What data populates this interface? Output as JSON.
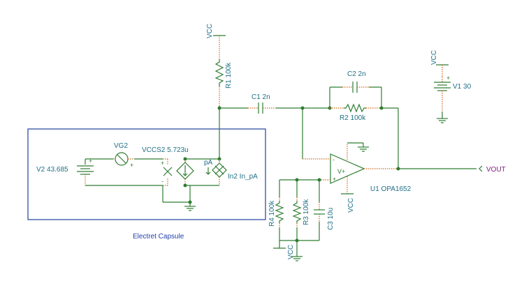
{
  "schematic": {
    "box_label": "Electret Capsule",
    "output_label": "VOUT",
    "components": {
      "r1": "R1 100k",
      "c1": "C1 2n",
      "c2": "C2 2n",
      "r2": "R2 100k",
      "v1": "V1 30",
      "vg2": "VG2",
      "vccs2": "VCCS2 5.723u",
      "v2": "V2 43.685",
      "in2": "In2 In_pA",
      "pa": "pA",
      "u1": "U1 OPA1652",
      "r4": "R4 100k",
      "r3": "R3 100k",
      "c3": "C3 10u"
    },
    "supply": {
      "vcc_r1": "VCC",
      "vcc_v1": "VCC",
      "vcc_opamp": "VCC",
      "vcc_bottom": "VCC"
    },
    "opamp_symbols": {
      "minus": "-",
      "plus": "+",
      "vplus": "V+"
    },
    "source_symbols": {
      "vccs_plus": "+",
      "vccs_minus": "-",
      "vg_plus": "+"
    }
  }
}
